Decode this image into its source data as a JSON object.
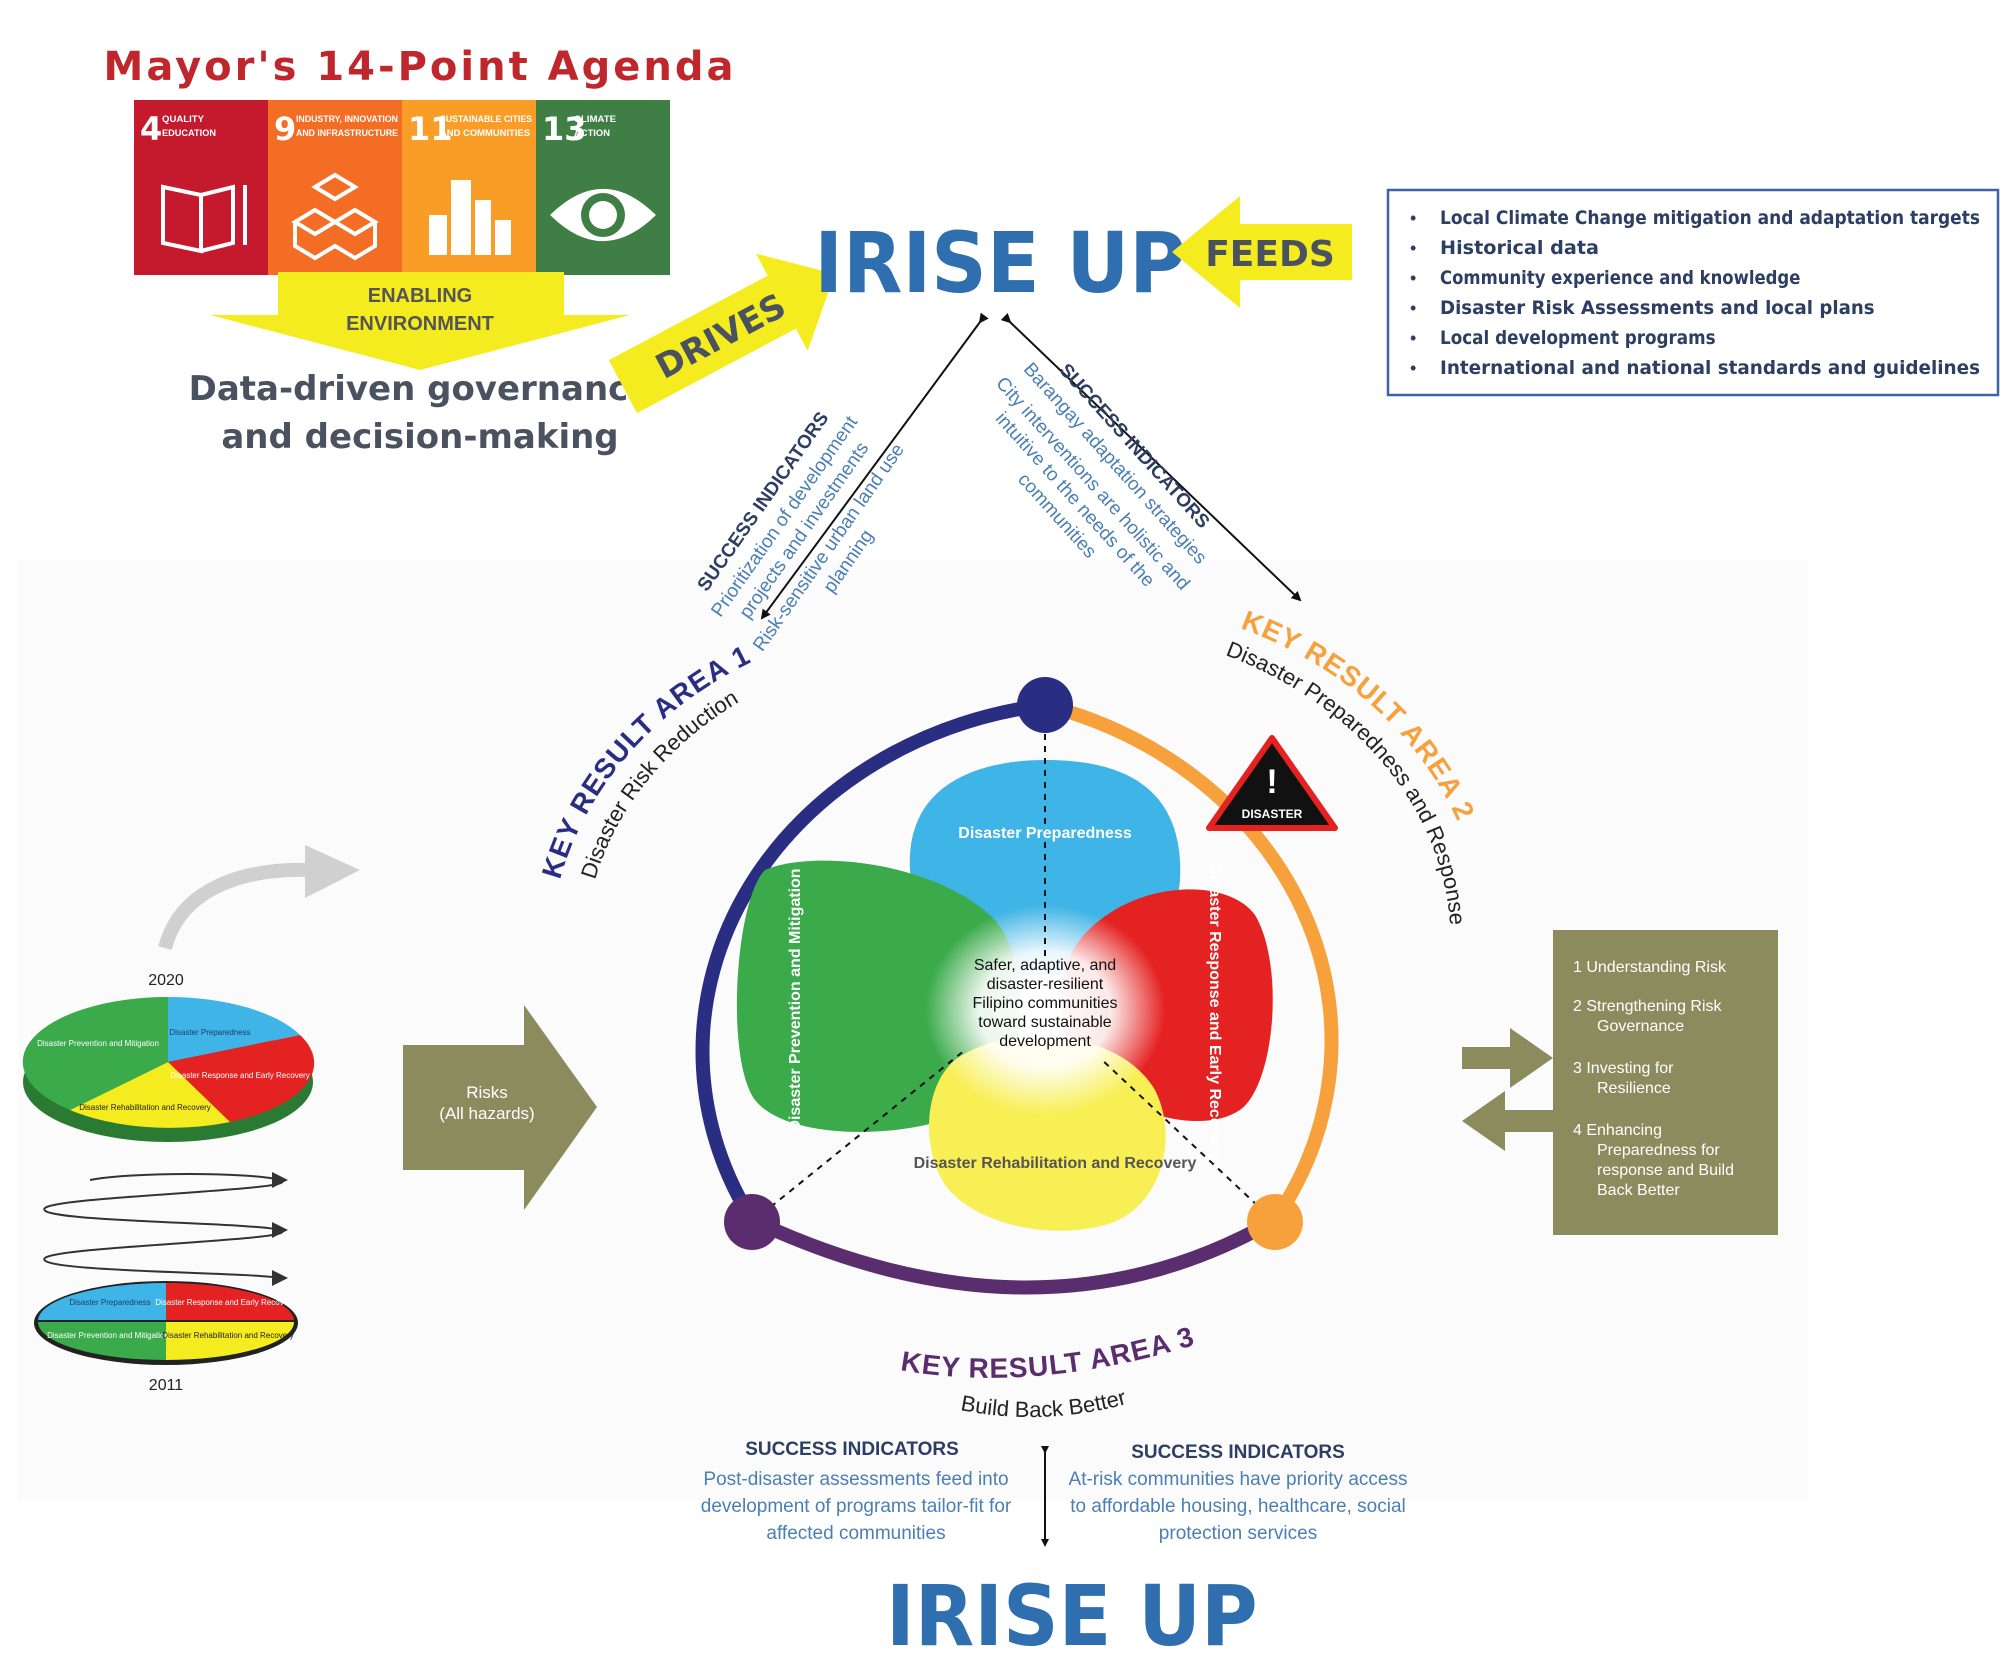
{
  "agenda": {
    "title": "Mayor's 14-Point Agenda",
    "sdgs": [
      {
        "num": "4",
        "label1": "QUALITY",
        "label2": "EDUCATION",
        "color": "#c5192d"
      },
      {
        "num": "9",
        "label1": "INDUSTRY, INNOVATION",
        "label2": "AND INFRASTRUCTURE",
        "color": "#f36d25"
      },
      {
        "num": "11",
        "label1": "SUSTAINABLE CITIES",
        "label2": "AND COMMUNITIES",
        "color": "#f99d26"
      },
      {
        "num": "13",
        "label1": "CLIMATE",
        "label2": "ACTION",
        "color": "#3f7e44"
      }
    ],
    "enabling_line1": "ENABLING",
    "enabling_line2": "ENVIRONMENT",
    "governance_line1": "Data-driven governance",
    "governance_line2": "and decision-making"
  },
  "drives_label": "DRIVES",
  "feeds_label": "FEEDS",
  "irise_top": "IRISE UP",
  "irise_bottom": "IRISE UP",
  "inputs": [
    "Local Climate Change mitigation and adaptation targets",
    "Historical data",
    "Community experience and knowledge",
    "Disaster Risk Assessments and local plans",
    "Local development programs",
    "International and national standards and guidelines"
  ],
  "success_left": {
    "heading": "SUCCESS INDICATORS",
    "lines": [
      "Prioritization of development",
      "projects and investments",
      "Risk-sensitive urban land use",
      "planning"
    ]
  },
  "success_right": {
    "heading": "SUCCESS INDICATORS",
    "lines": [
      "Barangay adaptation strategies",
      "City interventions are holistic and",
      "intuitive to the needs of the",
      "communities"
    ]
  },
  "success_bottom_left": {
    "heading": "SUCCESS INDICATORS",
    "lines": [
      "Post-disaster assessments feed into",
      "development of programs tailor-fit for",
      "affected communities"
    ]
  },
  "success_bottom_right": {
    "heading": "SUCCESS INDICATORS",
    "lines": [
      "At-risk communities have priority access",
      "to affordable housing, healthcare, social",
      "protection services"
    ]
  },
  "kra": [
    {
      "title": "KEY RESULT AREA 1",
      "subtitle": "Disaster Risk Reduction",
      "color": "#2a2e82"
    },
    {
      "title": "KEY RESULT AREA 2",
      "subtitle": "Disaster Preparedness and Response",
      "color": "#f7a13d"
    },
    {
      "title": "KEY RESULT AREA 3",
      "subtitle": "Build Back Better",
      "color": "#5a2e6e"
    }
  ],
  "disaster_label": "DISASTER",
  "petals": {
    "preparedness": "Disaster Preparedness",
    "prevention": "Disaster Prevention and Mitigation",
    "response": "Disaster Response and Early Recovery",
    "rehabilitation": "Disaster Rehabilitation and Recovery"
  },
  "center_text": [
    "Safer, adaptive, and",
    "disaster-resilient",
    "Filipino communities",
    "toward sustainable",
    "development"
  ],
  "risks_line1": "Risks",
  "risks_line2": "(All hazards)",
  "priorities": [
    "1  Understanding Risk",
    "2  Strengthening Risk",
    "Governance",
    "3  Investing for",
    "Resilience",
    "4  Enhancing",
    "Preparedness for",
    "response and Build",
    "Back Better"
  ],
  "evolution": {
    "year_top": "2020",
    "year_bottom": "2011",
    "pie2020": {
      "prevention": "Disaster Prevention and Mitigation",
      "preparedness": "Disaster Preparedness",
      "response": "Disaster Response and Early Recovery",
      "rehab": "Disaster Rehabilitation and Recovery"
    },
    "pie2011": {
      "preparedness": "Disaster Preparedness",
      "response": "Disaster Response and Early Recovery",
      "prevention": "Disaster Prevention and Mitigation",
      "rehab": "Disaster Rehabilitation and Recovery"
    }
  },
  "colors": {
    "irise_blue": "#2f6fb0",
    "text_blue": "#4a7fb5",
    "agenda_red": "#c0272d",
    "olive": "#8c8b5e",
    "yellow": "#f5ec1f",
    "green": "#3aaa4a",
    "sky": "#3fb4e6",
    "red": "#e52222",
    "light_yellow": "#f8ef55"
  }
}
